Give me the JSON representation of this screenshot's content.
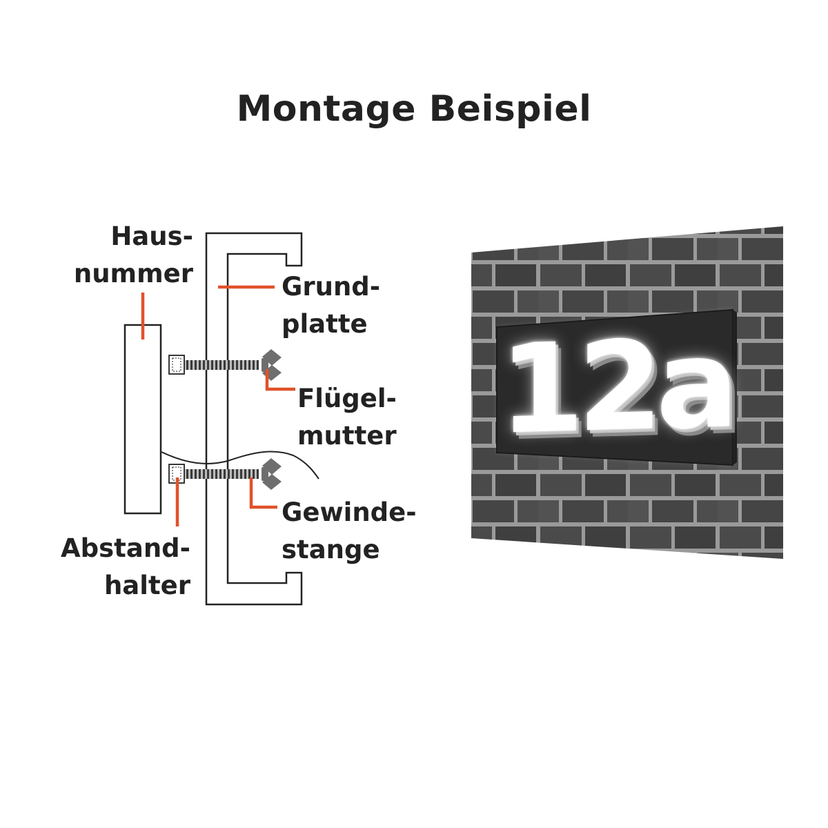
{
  "title": "Montage Beispiel",
  "labels": {
    "hausnummer": [
      "Haus-",
      "nummer"
    ],
    "grundplatte": [
      "Grund-",
      "platte"
    ],
    "fluegelmutter": [
      "Flügel-",
      "mutter"
    ],
    "gewindestange": [
      "Gewinde-",
      "stange"
    ],
    "abstandhalter": [
      "Abstand-",
      "halter"
    ]
  },
  "plate": {
    "number": "12a"
  },
  "colors": {
    "accent": "#e0522a",
    "text": "#222222",
    "line": "#222222",
    "nut": "#6e6e6e",
    "plate_bg": "#2a2a2a",
    "brick": "#4a4a4a",
    "mortar": "#9a9a9a"
  }
}
